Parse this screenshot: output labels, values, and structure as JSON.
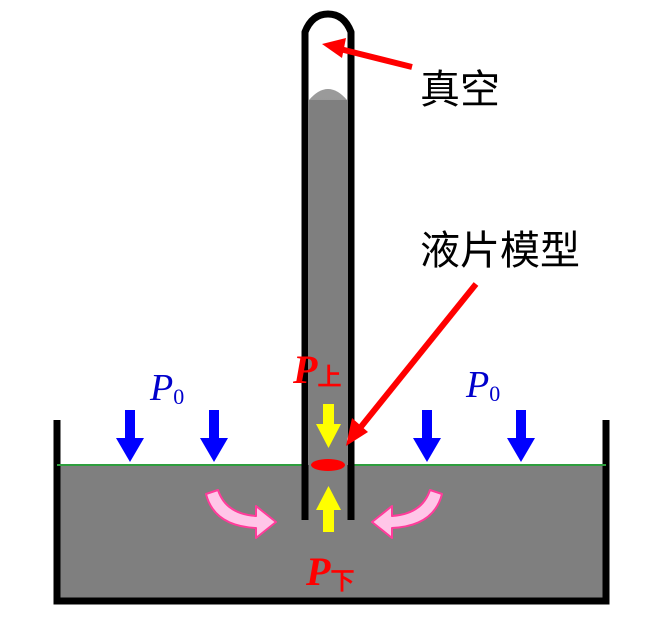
{
  "labels": {
    "vacuum": "真空",
    "liquid_sheet": "液片模型",
    "p0_left": {
      "main": "P",
      "sub": "0"
    },
    "p0_right": {
      "main": "P",
      "sub": "0"
    },
    "p_up": {
      "main": "P",
      "sub": "上"
    },
    "p_down": {
      "main": "P",
      "sub": "下"
    }
  },
  "colors": {
    "liquid": "#7f7f7f",
    "outline": "#000000",
    "surface_line": "#2e9e3e",
    "pointer": "#ff0000",
    "pressure_arrow": "#0000ff",
    "force_arrow": "#ffff00",
    "swirl_arrow_fill": "#ffc6e8",
    "swirl_arrow_stroke": "#ff3c9a",
    "sheet": "#ff0000",
    "p0_text": "#0000cc",
    "p_force_text": "#ff0000"
  },
  "icons": [
    "down-arrow-icon",
    "up-arrow-icon",
    "curved-arrow-icon"
  ]
}
